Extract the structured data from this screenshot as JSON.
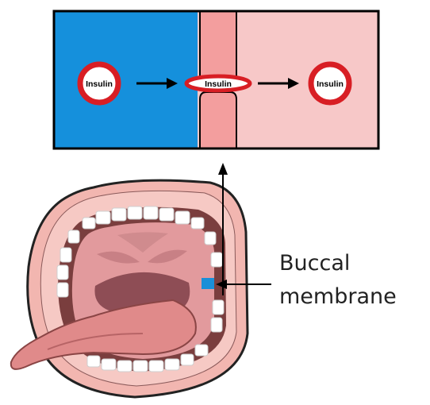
{
  "panel": {
    "left_label": "Insulin",
    "middle_label": "Insulin",
    "right_label": "Insulin"
  },
  "mouth": {
    "membrane_label_line1": "Buccal",
    "membrane_label_line2": "membrane"
  },
  "colors": {
    "left_region": "#1590dc",
    "membrane_channel": "#f39e9e",
    "right_region": "#f7c8c8",
    "insulin_ring": "#d81e24",
    "membrane_marker": "#1a8fd8",
    "lips": "#f2b6b0",
    "tongue": "#e08a8a",
    "mouth_interior": "#e29a9d",
    "teeth": "#ffffff"
  }
}
